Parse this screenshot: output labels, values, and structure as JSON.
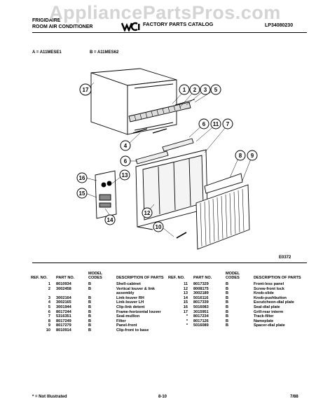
{
  "watermark": "AppliancePartsPros.com",
  "header": {
    "brand": "FRIGIDAIRE",
    "product": "ROOM AIR CONDITIONER",
    "catalog": "FACTORY PARTS CATALOG",
    "doc_number": "LP34080230"
  },
  "models": {
    "a": "A = A11MESE1",
    "b": "B = A11MES62"
  },
  "drawing_code": "E0372",
  "callouts": [
    "1",
    "2",
    "3",
    "5",
    "6",
    "11",
    "7",
    "4",
    "6",
    "8",
    "9",
    "16",
    "13",
    "15",
    "14",
    "12",
    "10",
    "17"
  ],
  "parts_table": {
    "headers": {
      "ref": "REF. NO.",
      "part": "PART NO.",
      "model": "MODEL CODES",
      "desc": "DESCRIPTION OF PARTS"
    },
    "left": [
      {
        "ref": "1",
        "part": "8010934",
        "code": "B",
        "desc": "Shell-cabinet"
      },
      {
        "ref": "2",
        "part": "3002458",
        "code": "B",
        "desc": "Vertical louver & link assembly"
      },
      {
        "ref": "3",
        "part": "3002164",
        "code": "B",
        "desc": "Link-louver RH"
      },
      {
        "ref": "4",
        "part": "3002165",
        "code": "B",
        "desc": "Link-louver LH"
      },
      {
        "ref": "5",
        "part": "3001944",
        "code": "B",
        "desc": "Clip-link detent"
      },
      {
        "ref": "6",
        "part": "8017244",
        "code": "B",
        "desc": "Frame-horizontal louver"
      },
      {
        "ref": "7",
        "part": "5316351",
        "code": "B",
        "desc": "Seal-mullion"
      },
      {
        "ref": "8",
        "part": "8017249",
        "code": "B",
        "desc": "Filter"
      },
      {
        "ref": "9",
        "part": "8017279",
        "code": "B",
        "desc": "Panel-front"
      },
      {
        "ref": "10",
        "part": "8010914",
        "code": "B",
        "desc": "Clip-front to base"
      }
    ],
    "right": [
      {
        "ref": "11",
        "part": "8017329",
        "code": "B",
        "desc": "Front-less panel"
      },
      {
        "ref": "12",
        "part": "8008175",
        "code": "B",
        "desc": "Screw-front lock"
      },
      {
        "ref": "13",
        "part": "3002189",
        "code": "B",
        "desc": "Knob-slide"
      },
      {
        "ref": "14",
        "part": "5016116",
        "code": "B",
        "desc": "Knob-pushbutton"
      },
      {
        "ref": "15",
        "part": "8017339",
        "code": "B",
        "desc": "Escutcheon-dial plate"
      },
      {
        "ref": "16",
        "part": "5016083",
        "code": "B",
        "desc": "Seal-dial plate"
      },
      {
        "ref": "17",
        "part": "3015951",
        "code": "B",
        "desc": "Grill-rear interm"
      },
      {
        "ref": "*",
        "part": "8017234",
        "code": "B",
        "desc": "Track-filter"
      },
      {
        "ref": "*",
        "part": "8017126",
        "code": "B",
        "desc": "Nameplate"
      },
      {
        "ref": "*",
        "part": "5016089",
        "code": "B",
        "desc": "Spacer-dial plate"
      }
    ]
  },
  "footer": {
    "note": "* = Not Illustrated",
    "page": "8-10",
    "date": "7/88"
  }
}
